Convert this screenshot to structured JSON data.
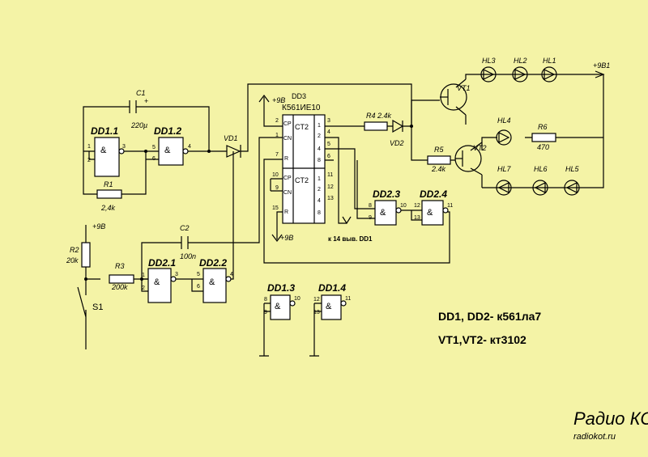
{
  "chips": {
    "dd1_1": "DD1.1",
    "dd1_2": "DD1.2",
    "dd2_1": "DD2.1",
    "dd2_2": "DD2.2",
    "dd2_3": "DD2.3",
    "dd2_4": "DD2.4",
    "dd1_3": "DD1.3",
    "dd1_4": "DD1.4",
    "dd3": "DD3",
    "dd3_part": "К561ИЕ10",
    "ct2": "CT2",
    "and_sym": "&"
  },
  "components": {
    "c1": "C1",
    "c1_val": "220µ",
    "r1": "R1",
    "r1_val": "2,4k",
    "r2": "R2",
    "r2_val": "20k",
    "r3": "R3",
    "r3_val": "200k",
    "c2": "C2",
    "c2_val": "100n",
    "s1": "S1",
    "vd1": "VD1",
    "vd2": "VD2",
    "r4": "R4",
    "r4_val": "2.4k",
    "r5": "R5",
    "r5_val": "2.4k",
    "r6": "R6",
    "r6_val": "470",
    "vt1": "VT1",
    "vt2": "VT2",
    "hl1": "HL1",
    "hl2": "HL2",
    "hl3": "HL3",
    "hl4": "HL4",
    "hl5": "HL5",
    "hl6": "HL6",
    "hl7": "HL7"
  },
  "power": {
    "supply_left": "+9В",
    "supply_dd3": "+9В",
    "supply_bottom": "+9В",
    "supply_right": "+9В1"
  },
  "notes": {
    "pin14": "к 14 выв. DD1",
    "parts1": "DD1, DD2- к561ла7",
    "parts2": "VT1,VT2- кт3102"
  },
  "watermark": {
    "brand": "Радио КОТ",
    "site": "radiokot.ru"
  },
  "pins": {
    "cp": "CP",
    "cn": "CN",
    "r": "R",
    "p1": "1",
    "p2": "2",
    "p3": "3",
    "p4": "4",
    "p5": "5",
    "p6": "6",
    "p7": "7",
    "p8": "8",
    "p9": "9",
    "p10": "10",
    "p11": "11",
    "p12": "12",
    "p13": "13",
    "p15": "15",
    "q1": "1",
    "q2": "2",
    "q4": "4",
    "q8": "8"
  }
}
